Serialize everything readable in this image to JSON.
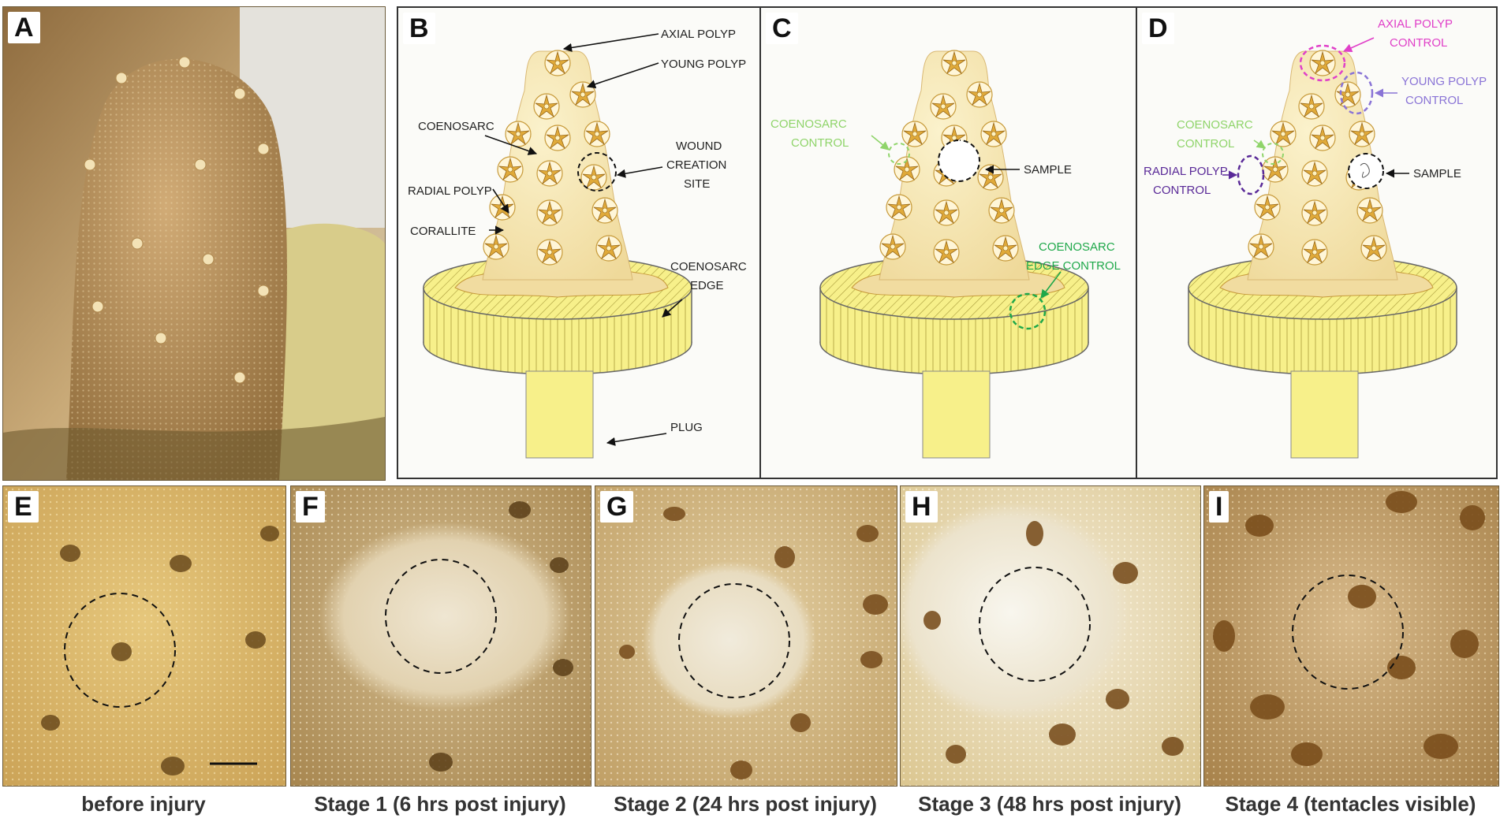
{
  "panels": {
    "A": {
      "letter": "A"
    },
    "B": {
      "letter": "B",
      "labels": {
        "axial_polyp": "AXIAL POLYP",
        "young_polyp": "YOUNG POLYP",
        "coenosarc": "COENOSARC",
        "wound_1": "WOUND",
        "wound_2": "CREATION",
        "wound_3": "SITE",
        "radial_polyp": "RADIAL POLYP",
        "corallite": "CORALLITE",
        "edge_1": "COENOSARC",
        "edge_2": "EDGE",
        "plug": "PLUG"
      }
    },
    "C": {
      "letter": "C",
      "labels": {
        "coenosarc_control_1": "COENOSARC",
        "coenosarc_control_2": "CONTROL",
        "sample": "SAMPLE",
        "edge_control_1": "COENOSARC",
        "edge_control_2": "EDGE CONTROL"
      }
    },
    "D": {
      "letter": "D",
      "labels": {
        "axial_control_1": "AXIAL POLYP",
        "axial_control_2": "CONTROL",
        "young_control_1": "YOUNG POLYP",
        "young_control_2": "CONTROL",
        "coenosarc_control_1": "COENOSARC",
        "coenosarc_control_2": "CONTROL",
        "radial_control_1": "RADIAL POLYP",
        "radial_control_2": "CONTROL",
        "sample": "SAMPLE"
      }
    },
    "E": {
      "letter": "E",
      "caption": "before injury"
    },
    "F": {
      "letter": "F",
      "caption": "Stage 1 (6 hrs post injury)"
    },
    "G": {
      "letter": "G",
      "caption": "Stage 2 (24 hrs post injury)"
    },
    "H": {
      "letter": "H",
      "caption": "Stage 3 (48 hrs post injury)"
    },
    "I": {
      "letter": "I",
      "caption": "Stage 4 (tentacles visible)"
    }
  },
  "colors": {
    "axial_control": "#e040c8",
    "young_control": "#8a74d6",
    "coenosarc_control": "#8fd46a",
    "edge_control": "#1fa84a",
    "radial_control": "#5a2a98",
    "coral_body": "#f6e7b0",
    "base_yellow": "#f7f08a"
  }
}
